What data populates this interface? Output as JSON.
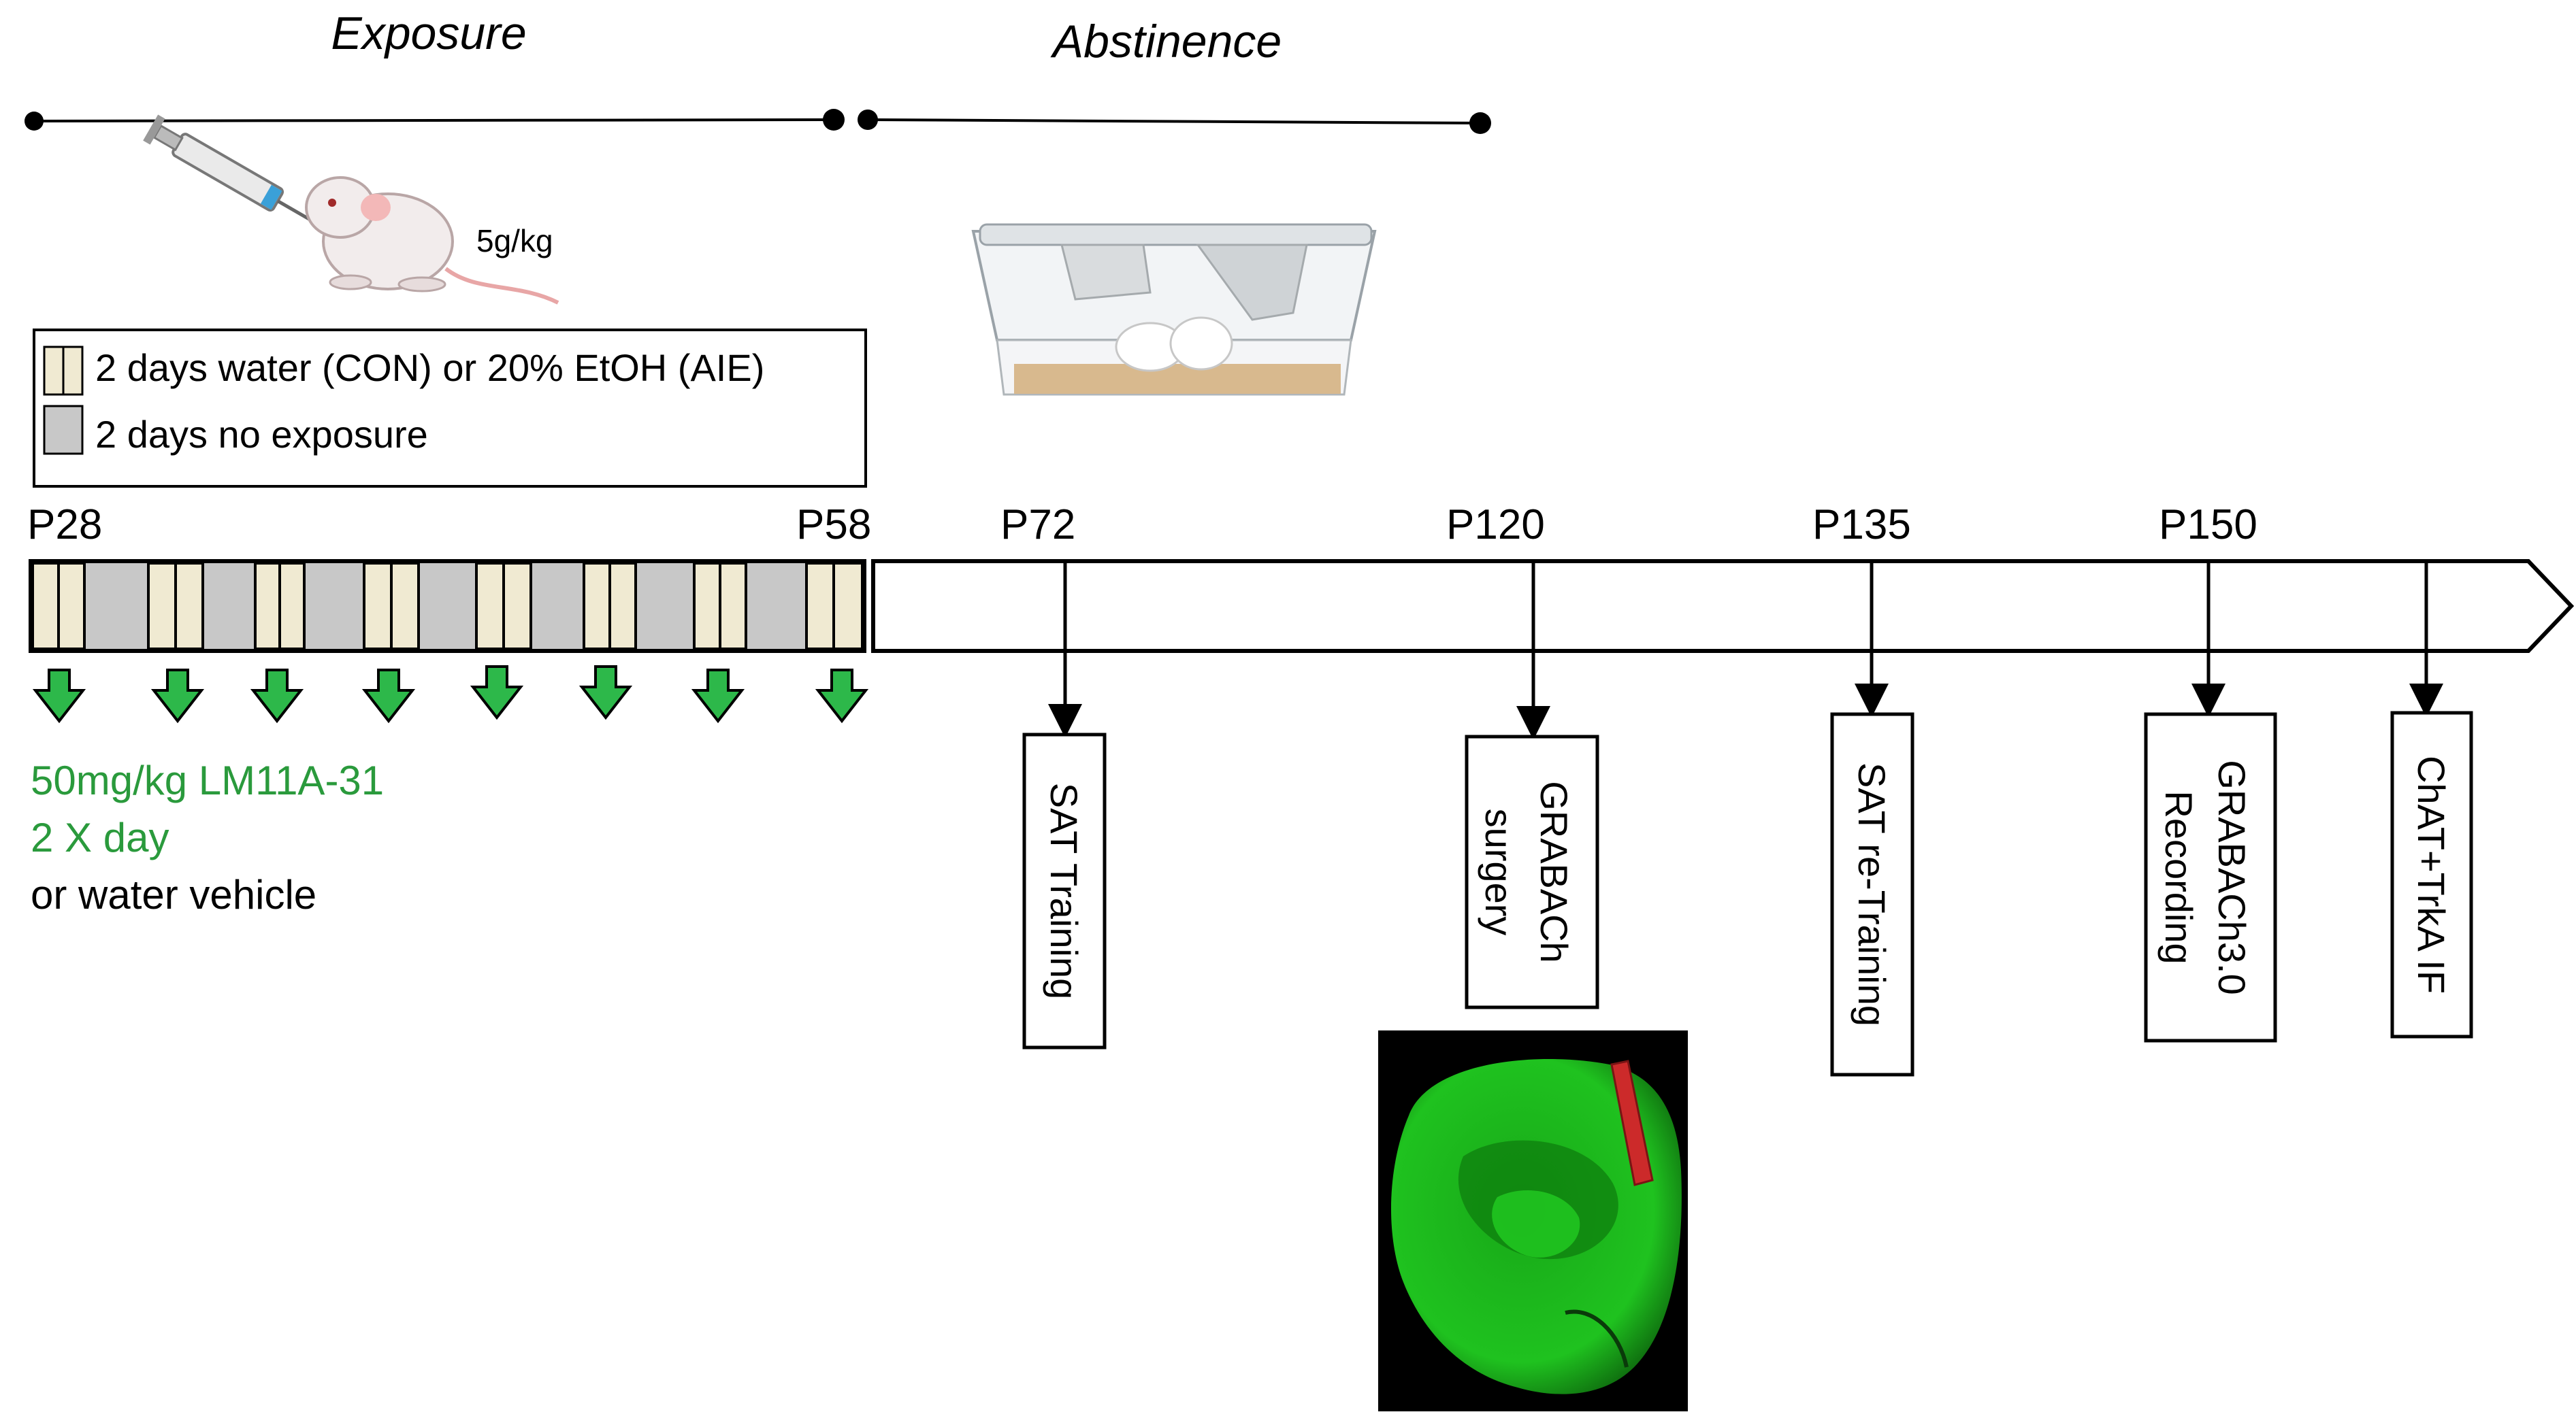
{
  "phases": {
    "exposure": "Exposure",
    "abstinence": "Abstinence"
  },
  "dose_label": "5g/kg",
  "legend": {
    "item1": "2 days water (CON) or 20% EtOH (AIE)",
    "item2": "2 days no exposure"
  },
  "timepoints": {
    "p28": "P28",
    "p58": "P58",
    "p72": "P72",
    "p120": "P120",
    "p135": "P135",
    "p150": "P150"
  },
  "treatment": {
    "line1": "50mg/kg LM11A-31",
    "line2": "2 X day",
    "line3": "or water vehicle"
  },
  "events": {
    "sat_training": "SAT Training",
    "grabach_surgery_l1": "GRABACh",
    "grabach_surgery_l2": "surgery",
    "sat_retraining": "SAT re-Training",
    "grabach_rec_l1": "GRABACh3.0",
    "grabach_rec_l2": "Recording",
    "chat_trka": "ChAT+TrkA IF"
  },
  "colors": {
    "exposure_block": "#f0ead2",
    "no_exposure_block": "#c8c8c8",
    "arrow_green": "#2db84a",
    "treatment_text": "#2a9a3c",
    "brain_green": "#1fc21f",
    "probe_red": "#cc2a2a"
  }
}
